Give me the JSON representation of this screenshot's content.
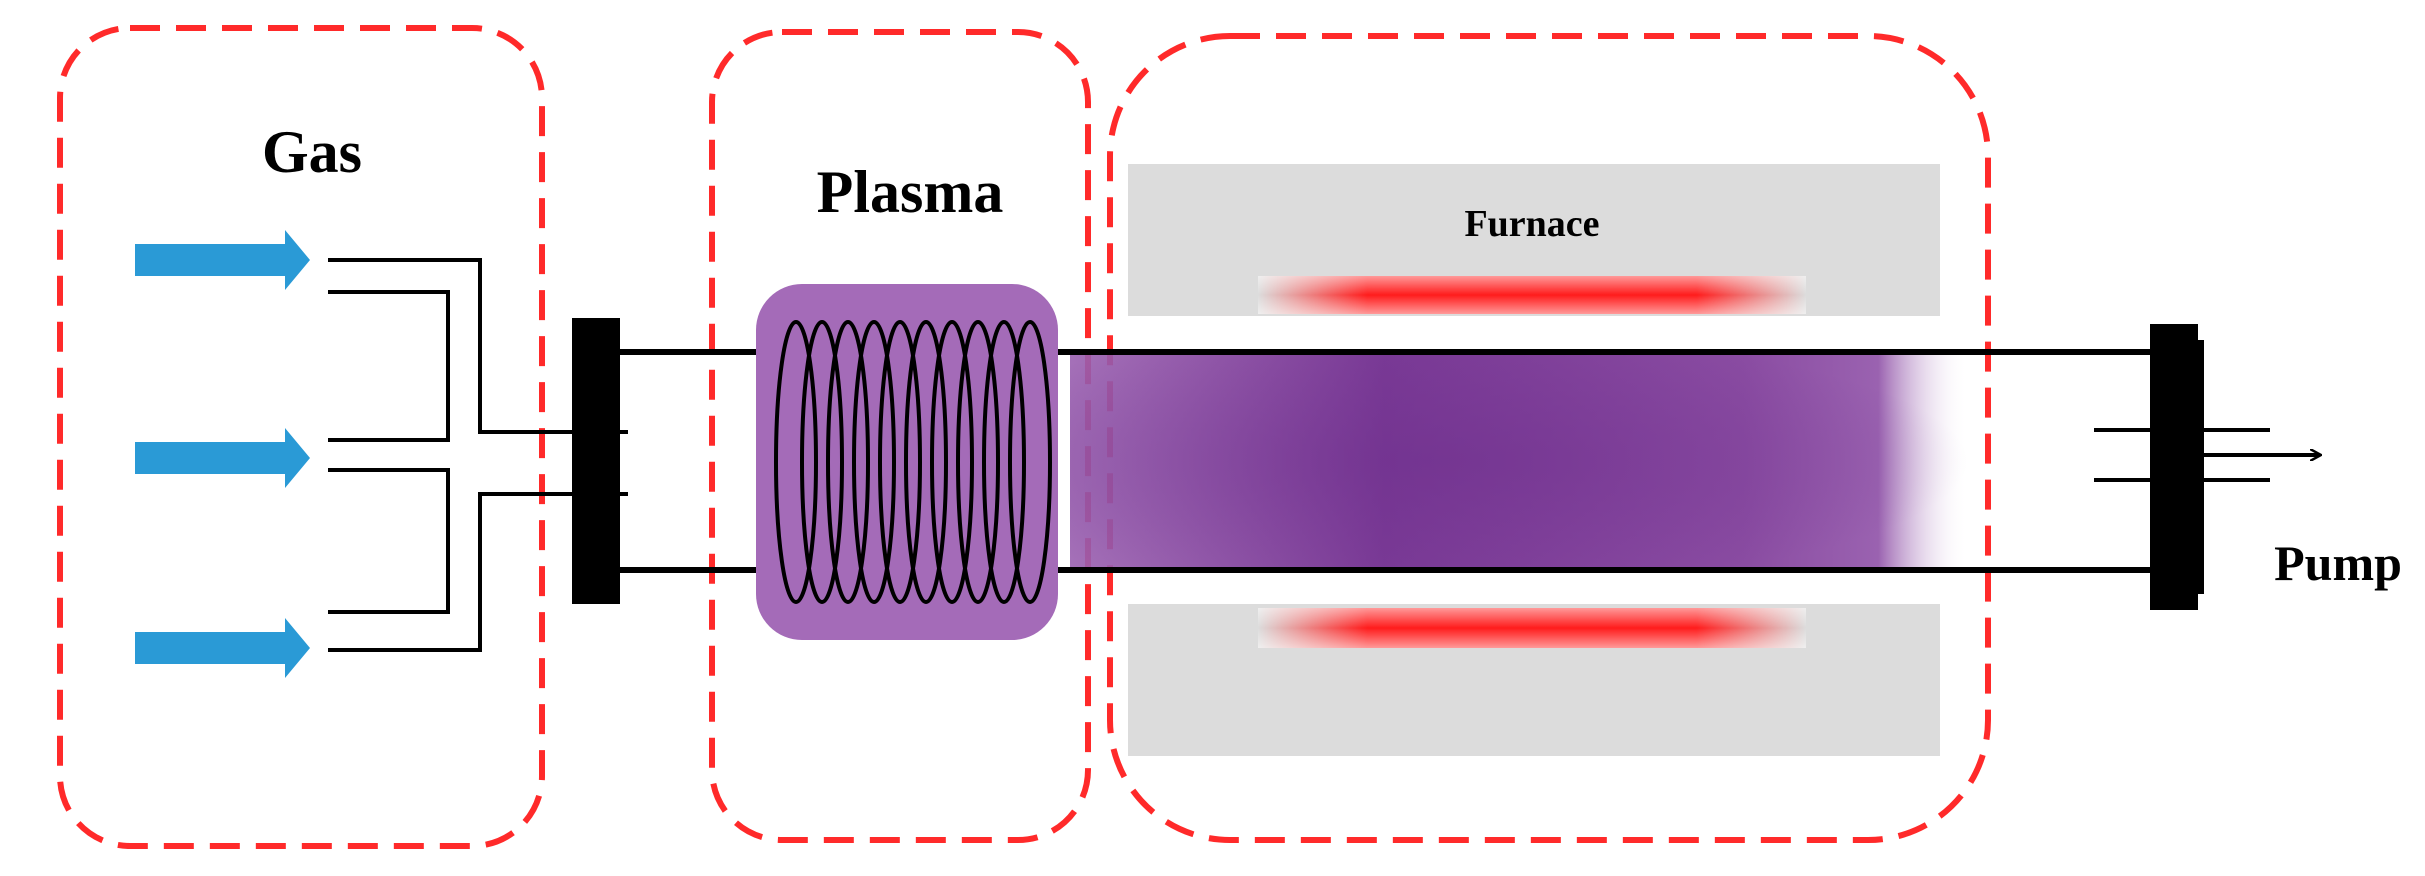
{
  "labels": {
    "gas": "Gas",
    "plasma": "Plasma",
    "furnace": "Furnace",
    "pump": "Pump"
  },
  "colors": {
    "section_border": "#ff2a2a",
    "gas_arrow": "#2a9ad6",
    "plasma_fill": "#a46bb8",
    "tube_plasma": "#7a3a96",
    "furnace_body": "#dcdcdc",
    "heater": "#ff1c1c",
    "line": "#000000"
  },
  "gas_inlets": [
    {
      "name": "gas-inlet-top"
    },
    {
      "name": "gas-inlet-middle"
    },
    {
      "name": "gas-inlet-bottom"
    }
  ]
}
